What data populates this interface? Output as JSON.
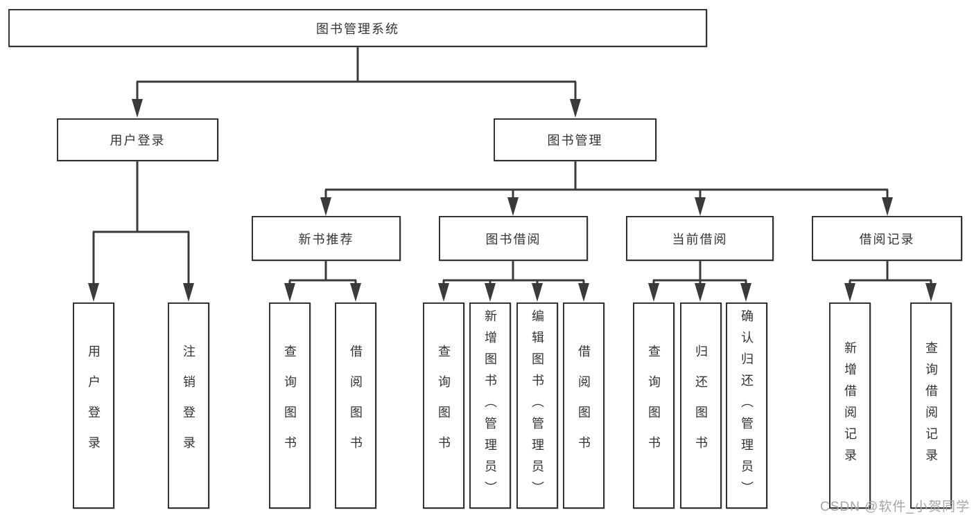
{
  "diagram_type": "hierarchy",
  "tree": {
    "label": "图书管理系统",
    "children": [
      {
        "label": "用户登录",
        "children": [
          {
            "label": "用户登录"
          },
          {
            "label": "注销登录"
          }
        ]
      },
      {
        "label": "图书管理",
        "children": [
          {
            "label": "新书推荐",
            "children": [
              {
                "label": "查询图书"
              },
              {
                "label": "借阅图书"
              }
            ]
          },
          {
            "label": "图书借阅",
            "children": [
              {
                "label": "查询图书"
              },
              {
                "label": "新增图书（管理员）"
              },
              {
                "label": "编辑图书（管理员）"
              },
              {
                "label": "借阅图书"
              }
            ]
          },
          {
            "label": "当前借阅",
            "children": [
              {
                "label": "查询图书"
              },
              {
                "label": "归还图书"
              },
              {
                "label": "确认归还（管理员）"
              }
            ]
          },
          {
            "label": "借阅记录",
            "children": [
              {
                "label": "新增借阅记录"
              },
              {
                "label": "查询借阅记录"
              }
            ]
          }
        ]
      }
    ]
  },
  "watermark": {
    "text": "CSDN @软件_小贺同学"
  },
  "colors": {
    "line": "#3a3a3a",
    "box_border": "#333333",
    "text": "#333333",
    "watermark": "#a5a5a5",
    "background": "#ffffff"
  }
}
